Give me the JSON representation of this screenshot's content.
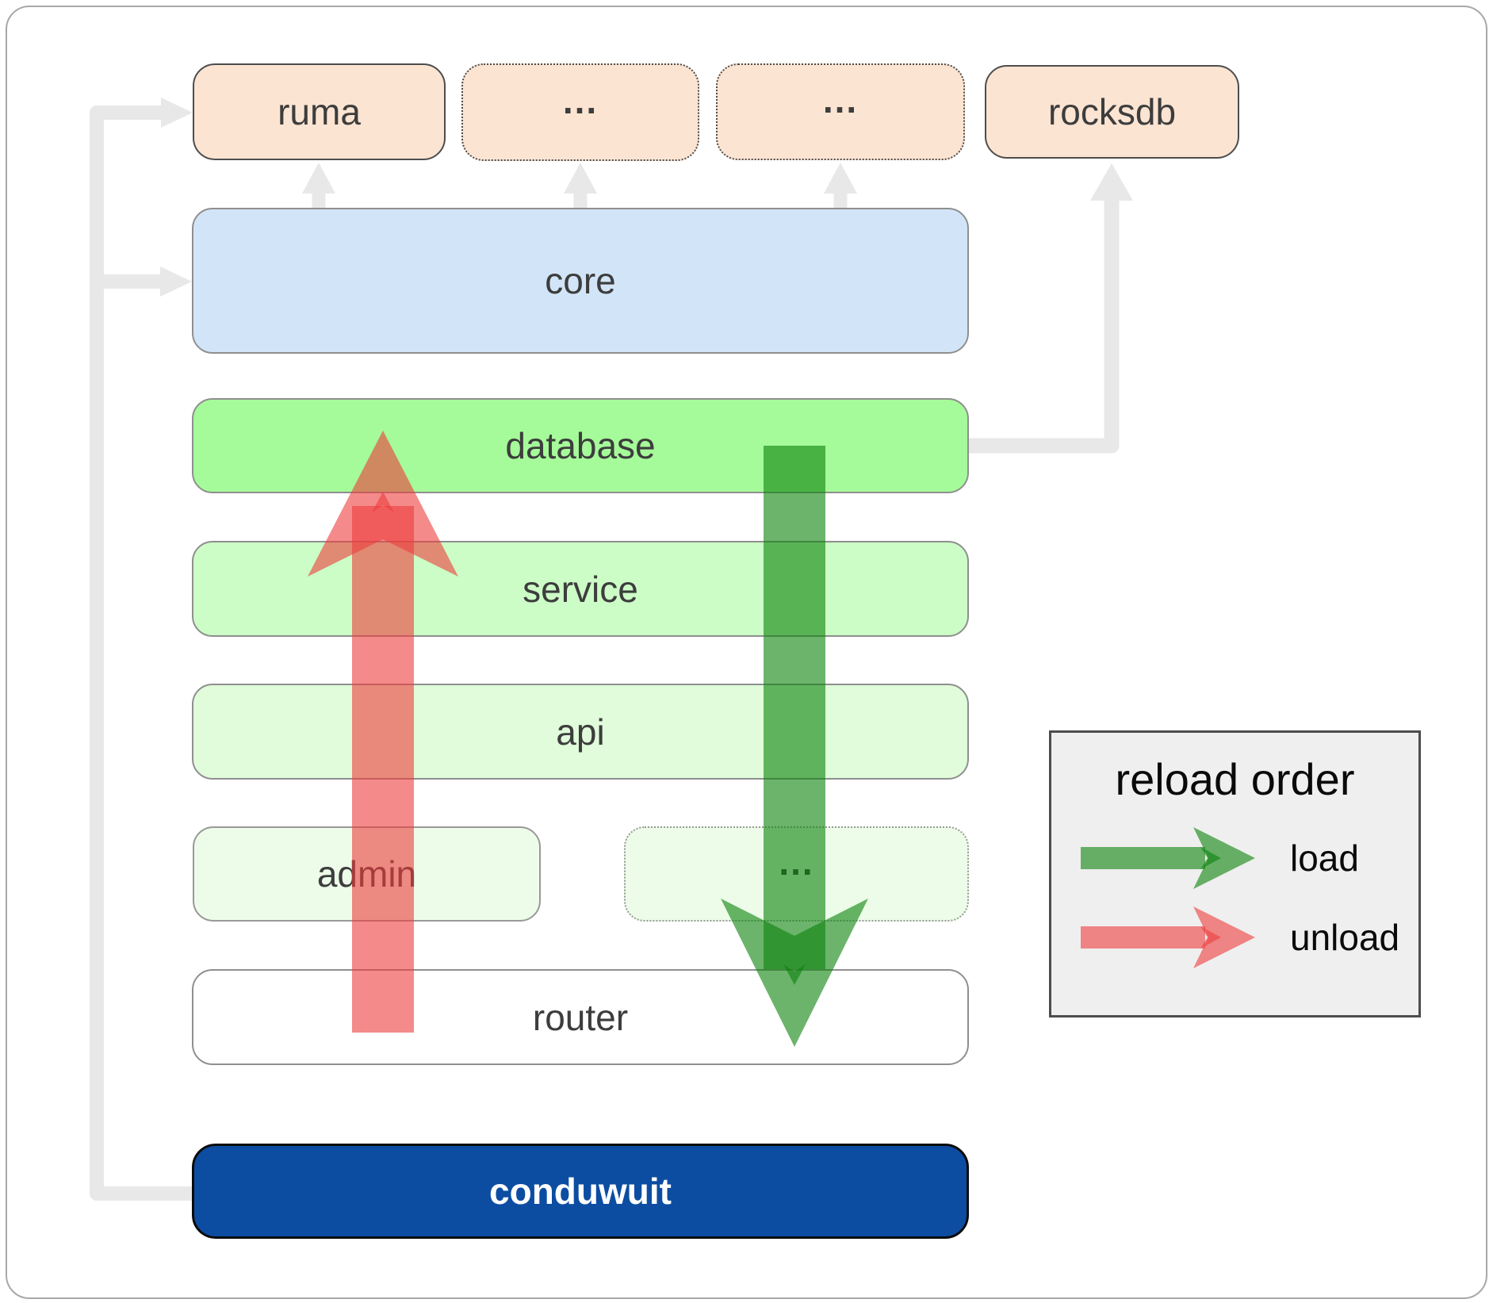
{
  "diagram": {
    "boxes": {
      "ruma": {
        "label": "ruma"
      },
      "dep_more_1": {
        "label": "..."
      },
      "dep_more_2": {
        "label": "..."
      },
      "rocksdb": {
        "label": "rocksdb"
      },
      "core": {
        "label": "core"
      },
      "database": {
        "label": "database"
      },
      "service": {
        "label": "service"
      },
      "api": {
        "label": "api"
      },
      "admin": {
        "label": "admin"
      },
      "admin_more": {
        "label": "..."
      },
      "router": {
        "label": "router"
      },
      "conduwuit": {
        "label": "conduwuit"
      }
    },
    "legend": {
      "title": "reload order",
      "items": [
        {
          "label": "load"
        },
        {
          "label": "unload"
        }
      ]
    },
    "colors": {
      "load_arrow": "#0a820a",
      "unload_arrow": "#ed3c3c",
      "connector": "#e8e8e8",
      "conduwuit_fill": "#0c4da2",
      "database_fill": "#a5fb99",
      "core_fill": "#d2e5f8",
      "dependency_fill": "#fce4d2",
      "service_fill": "#ccfdc6",
      "api_fill": "#e0fcda",
      "admin_fill": "#ecfce8",
      "router_fill": "#ffffff",
      "legend_bg": "#efefef",
      "label_text": "#3d3d3d"
    }
  }
}
